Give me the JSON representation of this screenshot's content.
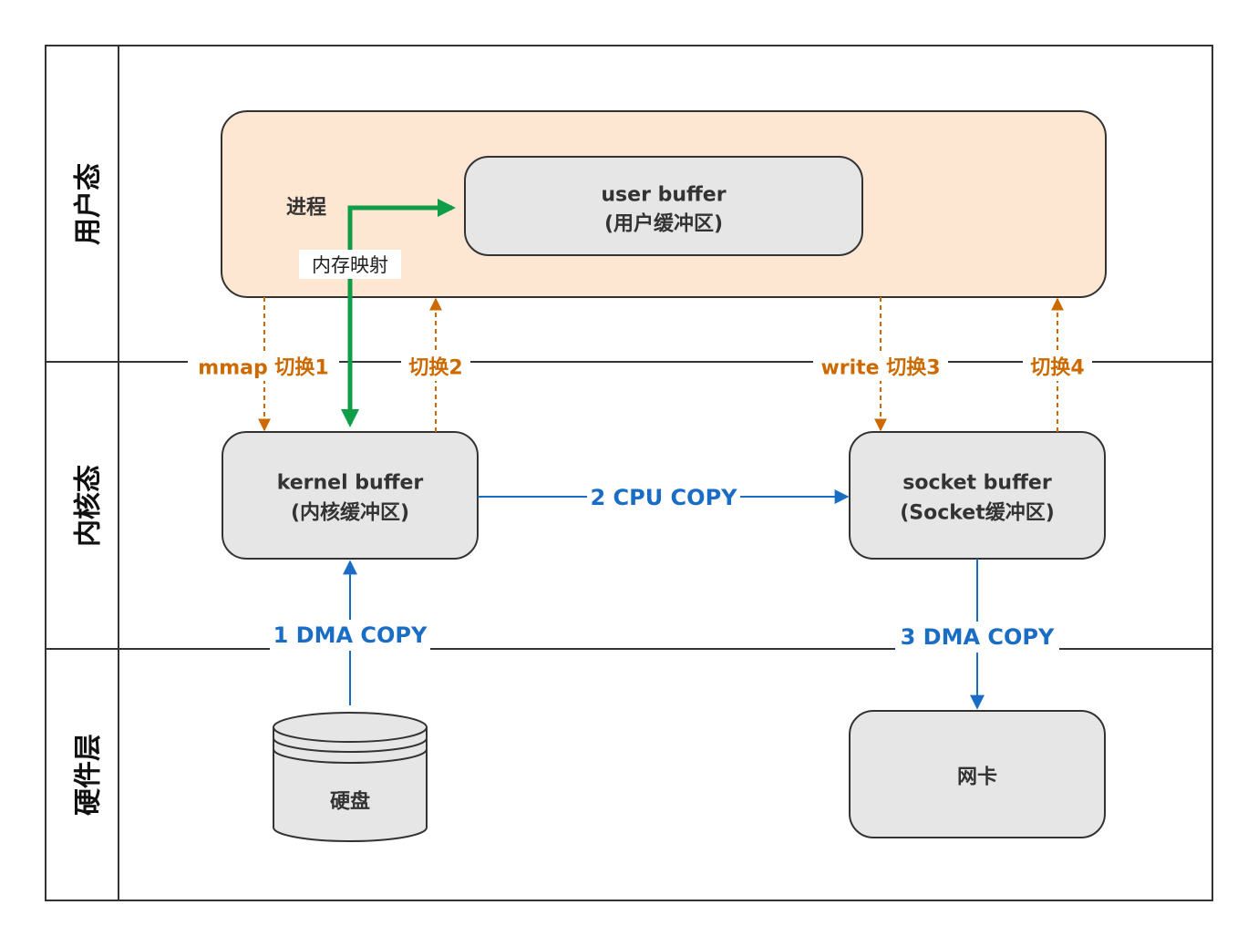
{
  "lanes": {
    "user": "用户态",
    "kernel": "内核态",
    "hardware": "硬件层"
  },
  "process": {
    "label": "进程",
    "mmap_note": "内存映射"
  },
  "user_buffer": {
    "line1": "user buffer",
    "line2": "(用户缓冲区)"
  },
  "kernel_buffer": {
    "line1": "kernel buffer",
    "line2": "(内核缓冲区)"
  },
  "socket_buffer": {
    "line1": "socket buffer",
    "line2": "(Socket缓冲区)"
  },
  "disk": {
    "label": "硬盘"
  },
  "nic": {
    "label": "网卡"
  },
  "switches": {
    "s1": "mmap 切换1",
    "s2": "切换2",
    "s3": "write 切换3",
    "s4": "切换4"
  },
  "copies": {
    "c1": "1 DMA COPY",
    "c2": "2 CPU COPY",
    "c3": "3 DMA COPY"
  },
  "colors": {
    "orange": "#cc6a00",
    "blue": "#1a6dc4",
    "green": "#0f9d48",
    "process_fill": "#fde6d2",
    "box_fill": "#e6e6e6"
  }
}
